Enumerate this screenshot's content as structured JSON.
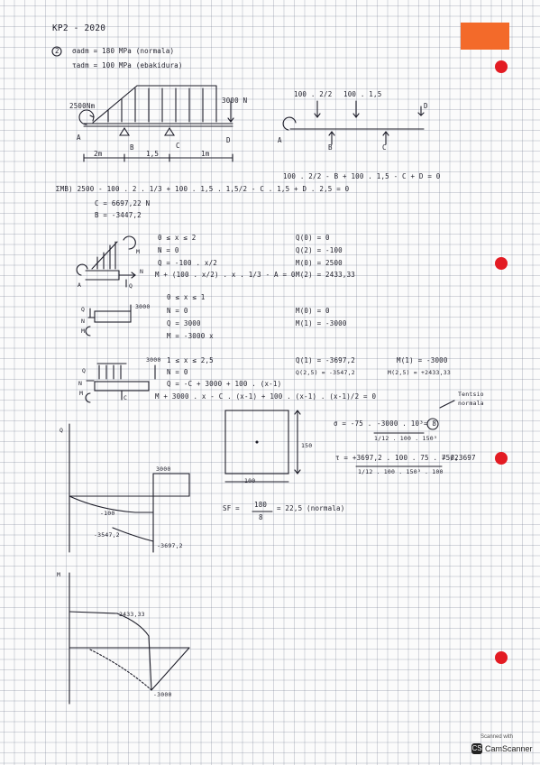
{
  "header": {
    "course": "KP2 - 2020",
    "problem": "2"
  },
  "allowables": {
    "sigma": "σadm = 180 MPa (normala)",
    "tau": "τadm = 100 MPa (ebakidura)"
  },
  "beam": {
    "load_left": "2500Nm",
    "load_right": "3000 N",
    "supports": {
      "a": "A",
      "b": "B",
      "c": "C",
      "d": "D"
    },
    "spans": {
      "s1": "2m",
      "s2": "1,5",
      "s3": "1m"
    }
  },
  "fbd": {
    "f1": "100 . 2/2",
    "f2": "100 . 1,5",
    "a": "A",
    "b": "B",
    "c": "C",
    "d": "D"
  },
  "equilibrium": {
    "eq1": "100 . 2/2 - B + 100 . 1,5 - C + D = 0",
    "eq2": "ΣMB) 2500 - 100 . 2 . 1/3 + 100 . 1,5 . 1,5/2 - C . 1,5 + D . 2,5 = 0",
    "c_val": "C = 6697,22 N",
    "b_val": "B = -3447,2"
  },
  "section1": {
    "range": "0 ≤ x ≤ 2",
    "n": "N = 0",
    "q": "Q = -100 . x/2",
    "m": "M + (100 . x/2) . x . 1/3 - A = 0",
    "q0": "Q(0) = 0",
    "q2": "Q(2) = -100",
    "m0": "M(0) = 2500",
    "m2": "M(2) = 2433,33",
    "lbl_m": "M",
    "lbl_n": "N",
    "lbl_q": "Q",
    "lbl_a": "A"
  },
  "section2": {
    "range": "0 ≤ x ≤ 1",
    "load": "3000",
    "n": "N = 0",
    "q": "Q = 3000",
    "m": "M = -3000 x",
    "m0": "M(0) = 0",
    "m1": "M(1) = -3000",
    "lbl_q": "Q",
    "lbl_n": "N",
    "lbl_m": "M"
  },
  "section3": {
    "range": "1 ≤ x ≤ 2,5",
    "load": "3000",
    "n": "N = 0",
    "q": "Q = -C + 3000 + 100 . (x-1)",
    "m": "M + 3000 . x - C . (x-1) + 100 . (x-1) . (x-1)/2 = 0",
    "q1": "Q(1) = -3697,2",
    "q25": "Q(2,5) = -3547,2",
    "m1": "M(1) = -3000",
    "m25": "M(2,5) = +2433,33",
    "lbl_q": "Q",
    "lbl_n": "N",
    "lbl_m": "M",
    "lbl_c": "C"
  },
  "shear_diagram": {
    "axis": "Q",
    "v3000": "3000",
    "v100": "-100",
    "v3547": "-3547,2",
    "v3697": "-3697,2"
  },
  "moment_diagram": {
    "axis": "M",
    "v2433": "2433,33",
    "v3000": "-3000"
  },
  "section_shape": {
    "height": "150",
    "width": "100"
  },
  "stresses": {
    "note_1": "Tentsio",
    "note_2": "normala",
    "sigma_lhs": "σ = -75 .",
    "sigma_num": "-3000 . 10³",
    "sigma_den": "1/12 . 100 . 150³",
    "sigma_res": "= 8",
    "tau_num": "τ = +3697,2 . 100 . 75 . 75/2",
    "tau_den": "1/12 . 100 . 150³ . 100",
    "tau_res": "= 0,3697",
    "sf_lhs": "SF =",
    "sf_num": "180",
    "sf_den": "8",
    "sf_res": "= 22,5 (normala)"
  },
  "scanner": {
    "line1": "Scanned with",
    "name": "CamScanner"
  },
  "colors": {
    "ink": "#1e1e2a",
    "tab": "#f36a2a",
    "punch": "#e31b23"
  }
}
